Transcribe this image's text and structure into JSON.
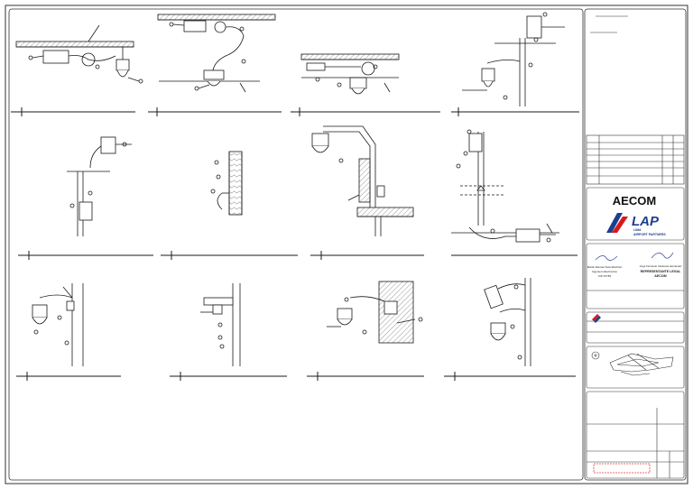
{
  "title_block": {
    "company_logo": "AECOM",
    "client_logo": "LAP",
    "client_tagline_1": "LIMA",
    "client_tagline_2": "AIRPORT PARTNERS",
    "signature_left_name": "Martin Manuel Sota Marchan",
    "signature_left_role": "Ingeniero Electronico",
    "signature_left_id": "CIP 97783",
    "signature_right_name": "Jorge Fernando Cardenas Hernandez",
    "signature_right_role": "REPRESENTANTE LEGAL",
    "signature_right_company": "AECOM"
  },
  "colors": {
    "line": "#1a1a1a",
    "frame": "#333333",
    "brand_red": "#d7191c",
    "brand_blue": "#1e3f8f",
    "stamp_red": "#e04040"
  }
}
